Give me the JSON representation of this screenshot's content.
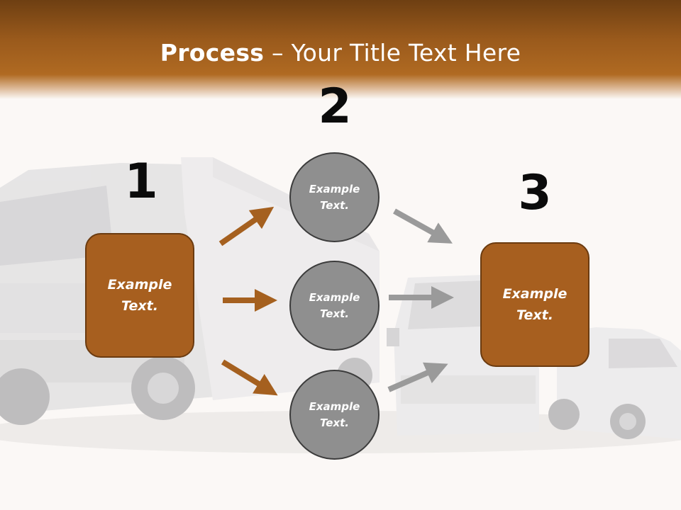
{
  "slide": {
    "title_bold": "Process",
    "title_rest": " – Your Title Text Here"
  },
  "steps": {
    "one": {
      "number": "1",
      "text_line1": "Example",
      "text_line2": "Text."
    },
    "two": {
      "number": "2"
    },
    "three": {
      "number": "3",
      "text_line1": "Example",
      "text_line2": "Text."
    }
  },
  "circles": [
    {
      "text_line1": "Example",
      "text_line2": "Text."
    },
    {
      "text_line1": "Example",
      "text_line2": "Text."
    },
    {
      "text_line1": "Example",
      "text_line2": "Text."
    }
  ],
  "colors": {
    "header_brown": "#9a5a1c",
    "box_fill": "#a75f1f",
    "box_border": "#6b3b10",
    "circle_fill": "#8f8f8f",
    "arrow_orange": "#a5601f",
    "arrow_gray": "#9a9a9a"
  }
}
